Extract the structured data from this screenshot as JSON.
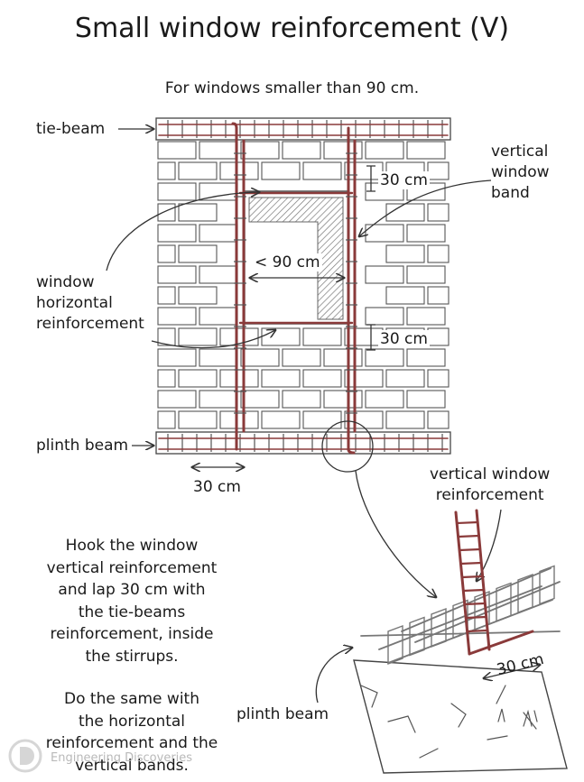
{
  "title": "Small window reinforcement (V)",
  "subtitle": "For windows smaller than 90 cm.",
  "labels": {
    "tie_beam": "tie-beam",
    "vertical_window_band": [
      "vertical",
      "window",
      "band"
    ],
    "window_horizontal_reinforcement": [
      "window",
      "horizontal",
      "reinforcement"
    ],
    "plinth_beam": "plinth beam",
    "vertical_window_reinforcement": [
      "vertical window",
      "reinforcement"
    ],
    "plinth_beam_detail": "plinth beam"
  },
  "dimensions": {
    "top_lap": "30 cm",
    "bottom_lap": "30 cm",
    "window_width": "< 90 cm",
    "plinth_spacing": "30 cm",
    "detail_lap": "30 cm"
  },
  "instructions": {
    "hook": [
      "Hook the window",
      "vertical reinforcement",
      "and lap 30 cm with",
      "the tie-beams",
      "reinforcement, inside",
      "the stirrups."
    ],
    "same": [
      "Do the same with",
      "the horizontal",
      "reinforcement and the",
      "vertical bands."
    ]
  },
  "watermark": "Engineering Discoveries",
  "colors": {
    "rebar": "#8a3a3a",
    "line": "#333333",
    "hatch": "#777777"
  }
}
